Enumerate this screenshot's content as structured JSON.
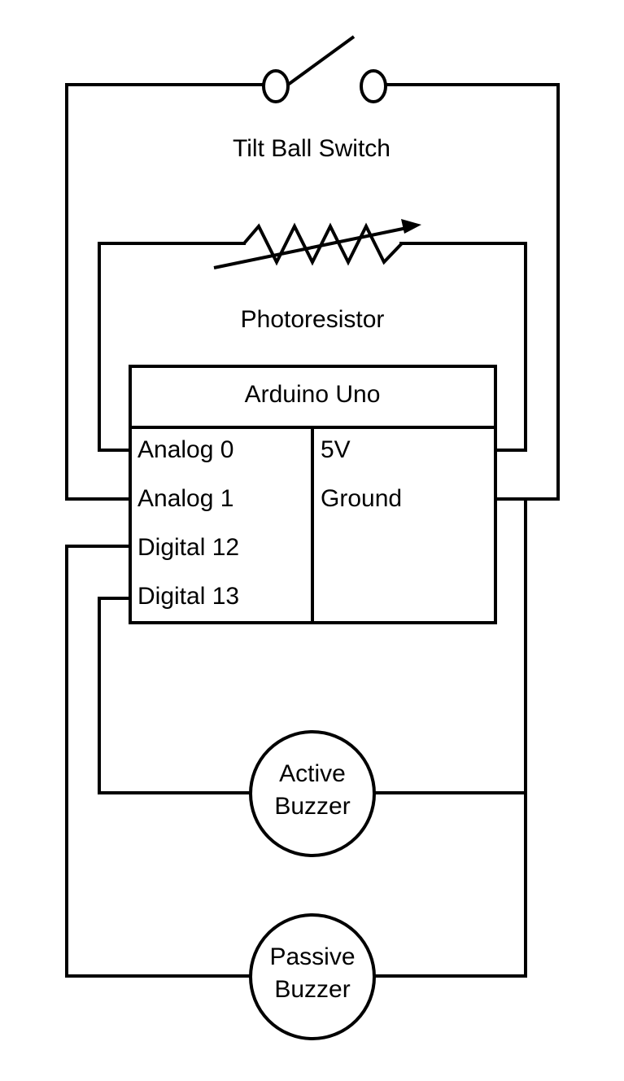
{
  "components": {
    "tilt_switch": "Tilt Ball Switch",
    "photoresistor": "Photoresistor",
    "arduino": {
      "title": "Arduino Uno",
      "left_pins": [
        "Analog 0",
        "Analog 1",
        "Digital 12",
        "Digital 13"
      ],
      "right_pins": [
        "5V",
        "Ground"
      ]
    },
    "active_buzzer": {
      "line1": "Active",
      "line2": "Buzzer"
    },
    "passive_buzzer": {
      "line1": "Passive",
      "line2": "Buzzer"
    }
  }
}
